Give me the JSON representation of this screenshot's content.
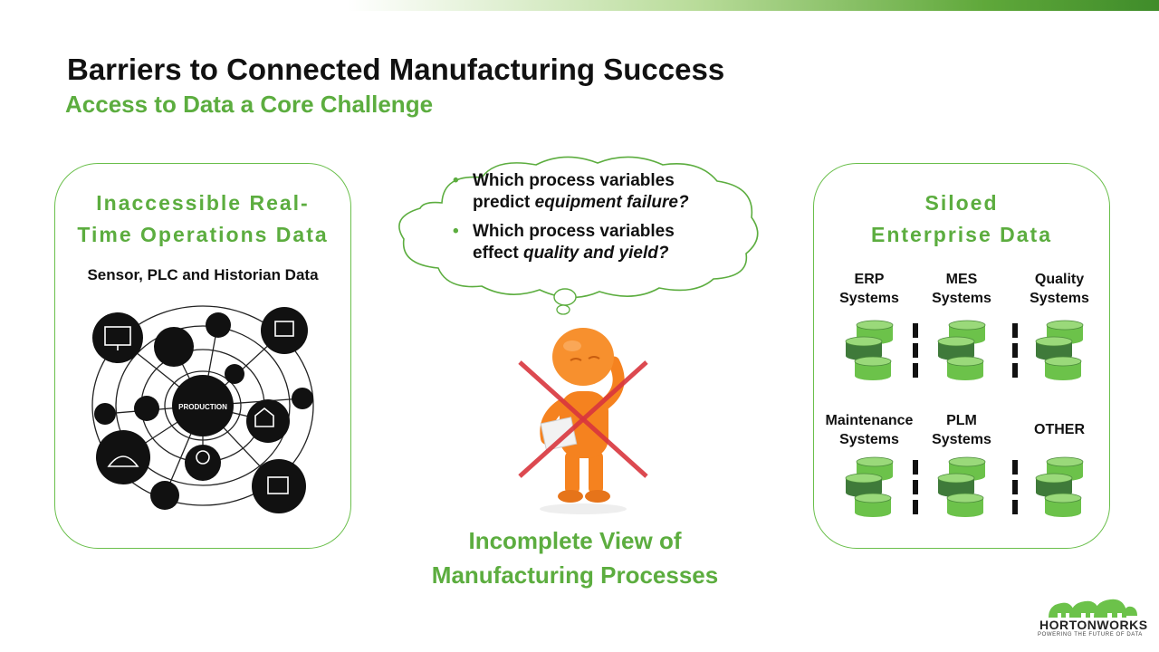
{
  "slide": {
    "title": "Barriers to Connected Manufacturing Success",
    "subtitle": "Access to Data a Core Challenge"
  },
  "left_panel": {
    "heading_line1": "Inaccessible Real-",
    "heading_line2": "Time Operations Data",
    "subheading": "Sensor, PLC and Historian Data",
    "center_label": "PRODUCTION"
  },
  "cloud": {
    "q1_line1": "Which process variables",
    "q1_line2_prefix": "predict ",
    "q1_line2_emph": "equipment failure?",
    "q2_line1": "Which process variables",
    "q2_line2_prefix": "effect ",
    "q2_line2_emph": "quality and yield?"
  },
  "center": {
    "caption_line1": "Incomplete View of",
    "caption_line2": "Manufacturing Processes"
  },
  "right_panel": {
    "heading_line1": "Siloed",
    "heading_line2": "Enterprise Data",
    "systems": [
      {
        "line1": "ERP",
        "line2": "Systems"
      },
      {
        "line1": "MES",
        "line2": "Systems"
      },
      {
        "line1": "Quality",
        "line2": "Systems"
      },
      {
        "line1": "Maintenance",
        "line2": "Systems"
      },
      {
        "line1": "PLM",
        "line2": "Systems"
      },
      {
        "line1": "OTHER",
        "line2": ""
      }
    ]
  },
  "logo": {
    "name": "HORTONWORKS",
    "tagline": "POWERING THE FUTURE OF DATA"
  },
  "colors": {
    "accent_green": "#5cad3f",
    "database_green": "#6cc24a",
    "database_dark": "#3f7a3a",
    "figure_orange": "#f5821f",
    "cross_red": "#d9363e"
  }
}
